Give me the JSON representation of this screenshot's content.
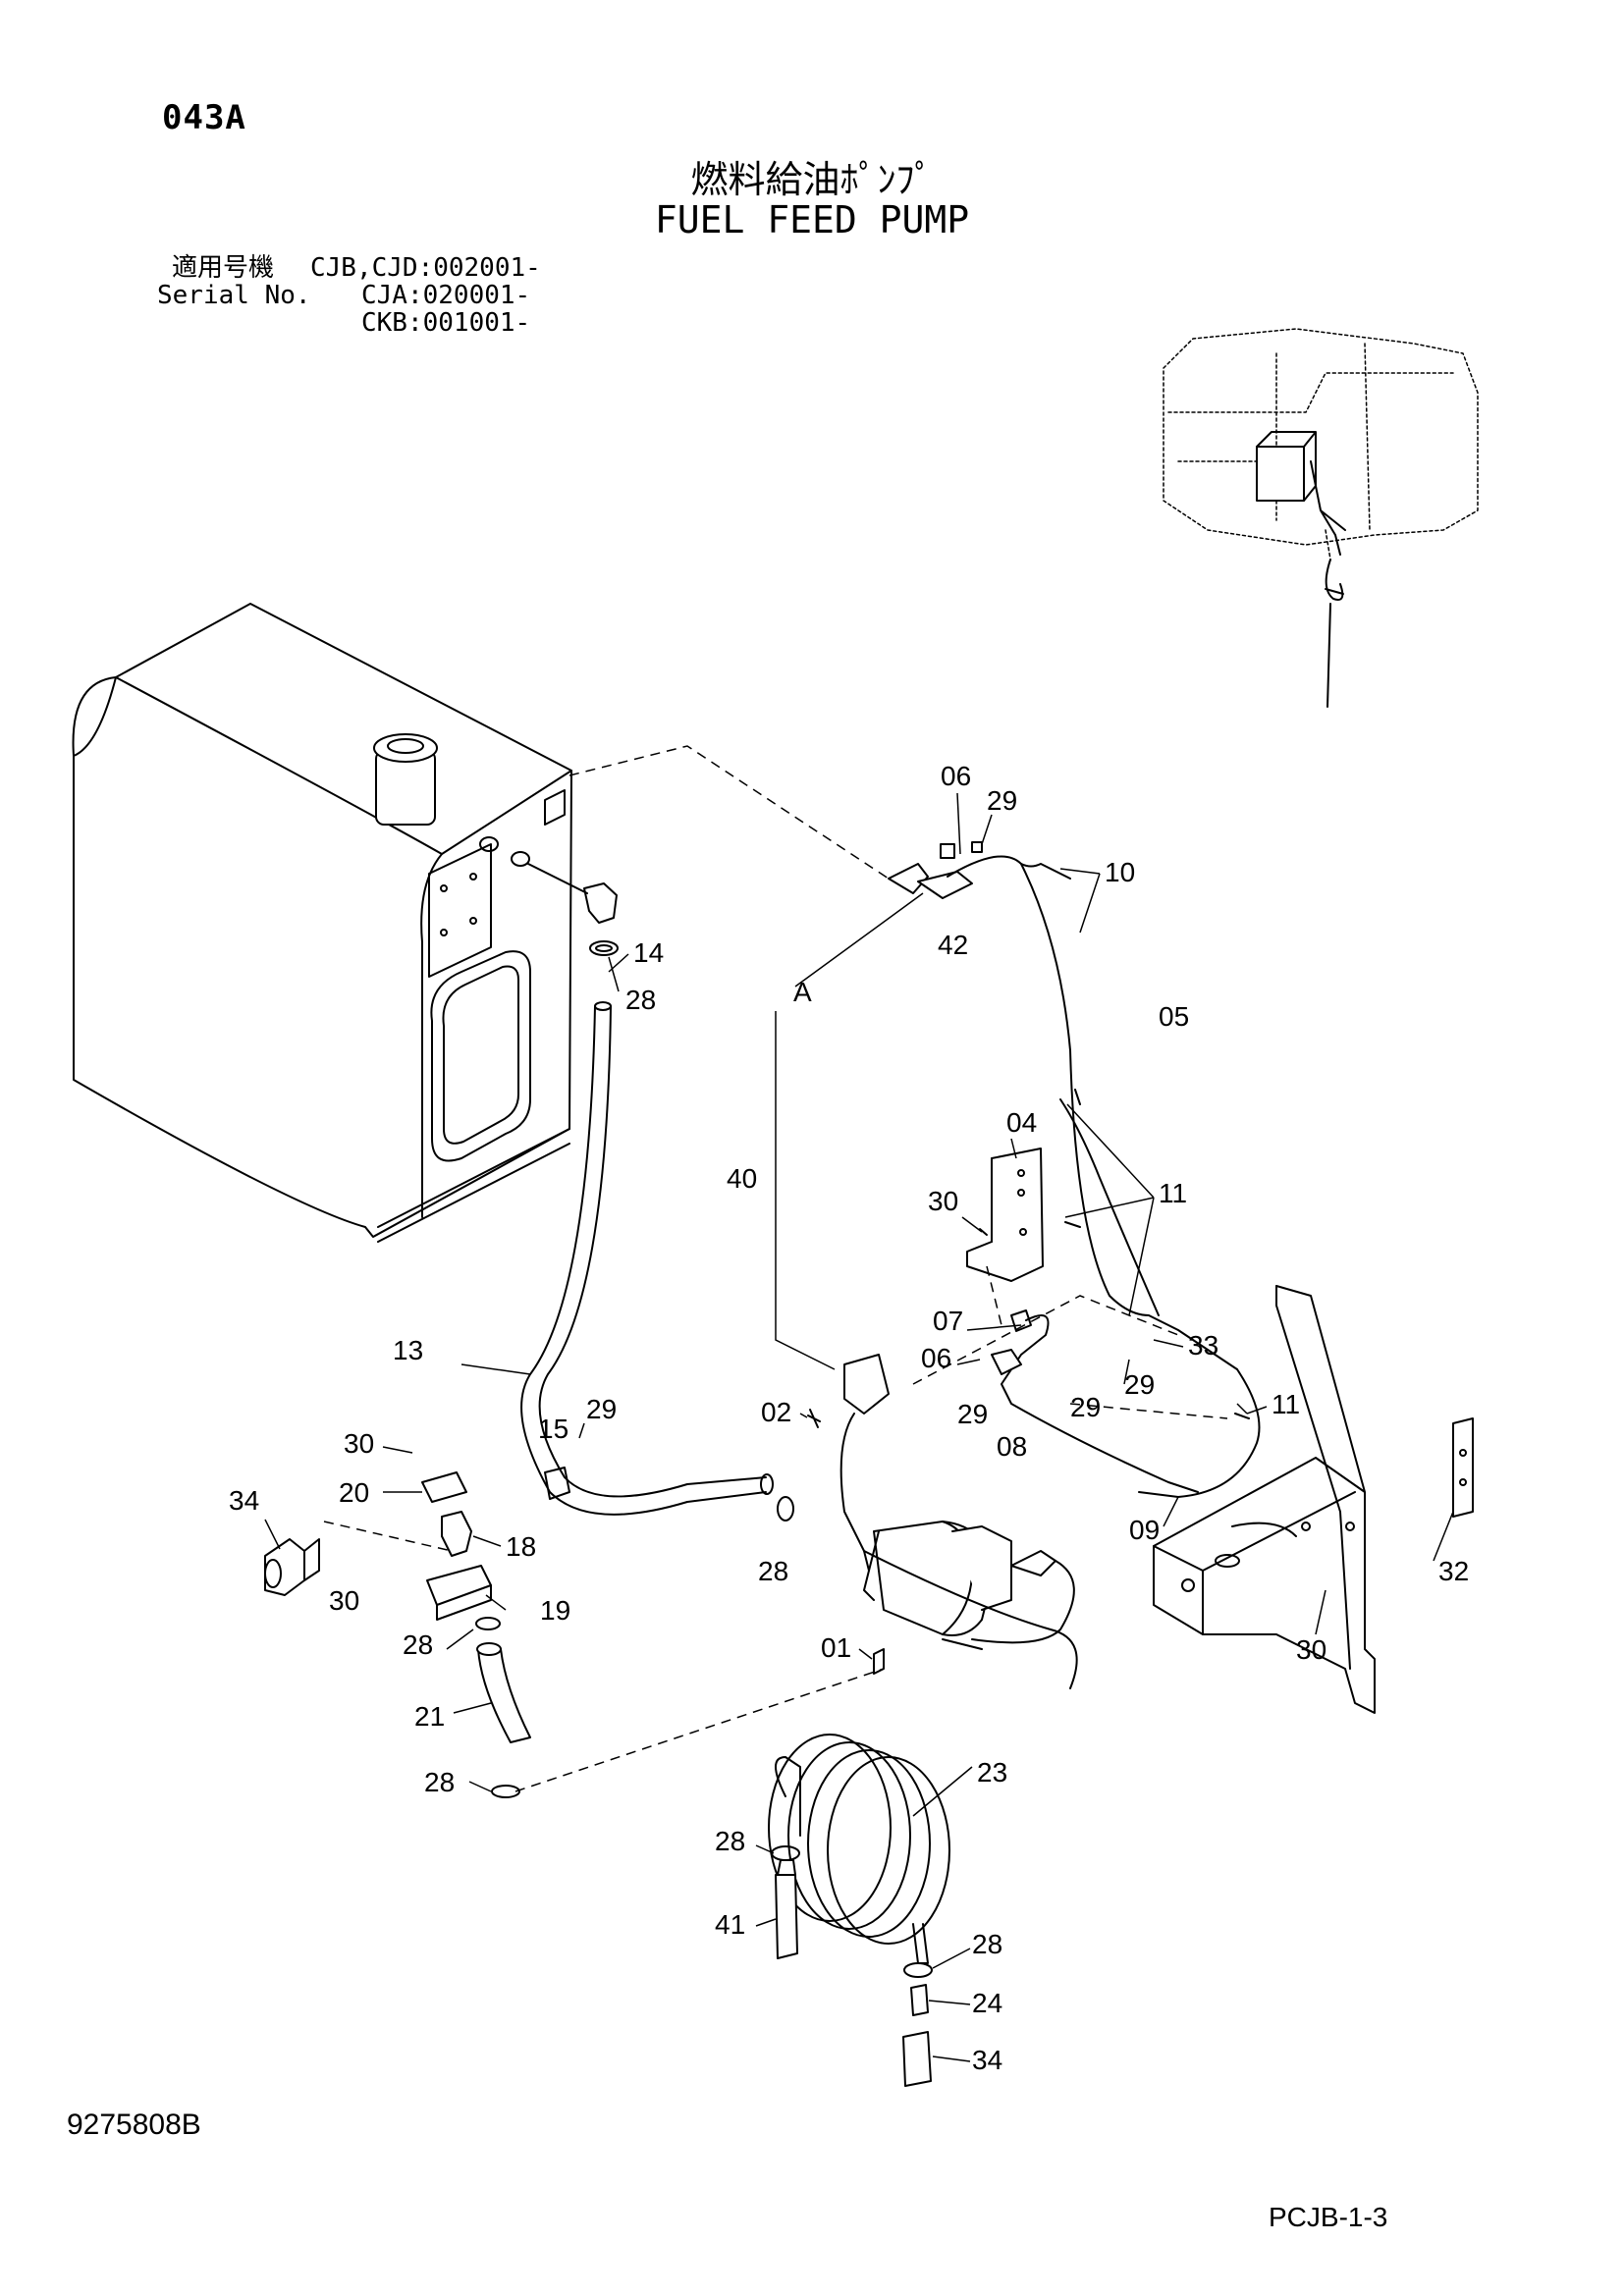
{
  "header": {
    "page_code": "043A",
    "title_jp": "燃料給油ﾎﾟﾝﾌﾟ",
    "title_en": "FUEL FEED PUMP",
    "serial_label_jp": "適用号機",
    "serial_label_en": "Serial No.",
    "serials": [
      "CJB,CJD:002001-",
      "CJA:020001-",
      "CKB:001001-"
    ]
  },
  "footer": {
    "doc_no": "9275808B",
    "page_ref": "PCJB-1-3"
  },
  "callouts": [
    {
      "id": "c06a",
      "label": "06"
    },
    {
      "id": "c29a",
      "label": "29"
    },
    {
      "id": "c10",
      "label": "10"
    },
    {
      "id": "c42",
      "label": "42"
    },
    {
      "id": "c14",
      "label": "14"
    },
    {
      "id": "c28a",
      "label": "28"
    },
    {
      "id": "cA",
      "label": "A"
    },
    {
      "id": "c05",
      "label": "05"
    },
    {
      "id": "c04",
      "label": "04"
    },
    {
      "id": "c40",
      "label": "40"
    },
    {
      "id": "c30a",
      "label": "30"
    },
    {
      "id": "c11a",
      "label": "11"
    },
    {
      "id": "c07",
      "label": "07"
    },
    {
      "id": "c06b",
      "label": "06"
    },
    {
      "id": "c33",
      "label": "33"
    },
    {
      "id": "c29b",
      "label": "29"
    },
    {
      "id": "c13",
      "label": "13"
    },
    {
      "id": "c29c",
      "label": "29"
    },
    {
      "id": "c15",
      "label": "15"
    },
    {
      "id": "c02",
      "label": "02"
    },
    {
      "id": "c29d",
      "label": "29"
    },
    {
      "id": "c29e",
      "label": "29"
    },
    {
      "id": "c11b",
      "label": "11"
    },
    {
      "id": "c08",
      "label": "08"
    },
    {
      "id": "c30b",
      "label": "30"
    },
    {
      "id": "c20",
      "label": "20"
    },
    {
      "id": "c34a",
      "label": "34"
    },
    {
      "id": "c18",
      "label": "18"
    },
    {
      "id": "c28b",
      "label": "28"
    },
    {
      "id": "c09",
      "label": "09"
    },
    {
      "id": "c32",
      "label": "32"
    },
    {
      "id": "c30c",
      "label": "30"
    },
    {
      "id": "c19",
      "label": "19"
    },
    {
      "id": "c28c",
      "label": "28"
    },
    {
      "id": "c01",
      "label": "01"
    },
    {
      "id": "c30d",
      "label": "30"
    },
    {
      "id": "c21",
      "label": "21"
    },
    {
      "id": "c28d",
      "label": "28"
    },
    {
      "id": "c23",
      "label": "23"
    },
    {
      "id": "c28e",
      "label": "28"
    },
    {
      "id": "c41",
      "label": "41"
    },
    {
      "id": "c28f",
      "label": "28"
    },
    {
      "id": "c24",
      "label": "24"
    },
    {
      "id": "c34b",
      "label": "34"
    }
  ],
  "colors": {
    "ink": "#000000",
    "dashed": "#000000",
    "background": "#ffffff"
  }
}
